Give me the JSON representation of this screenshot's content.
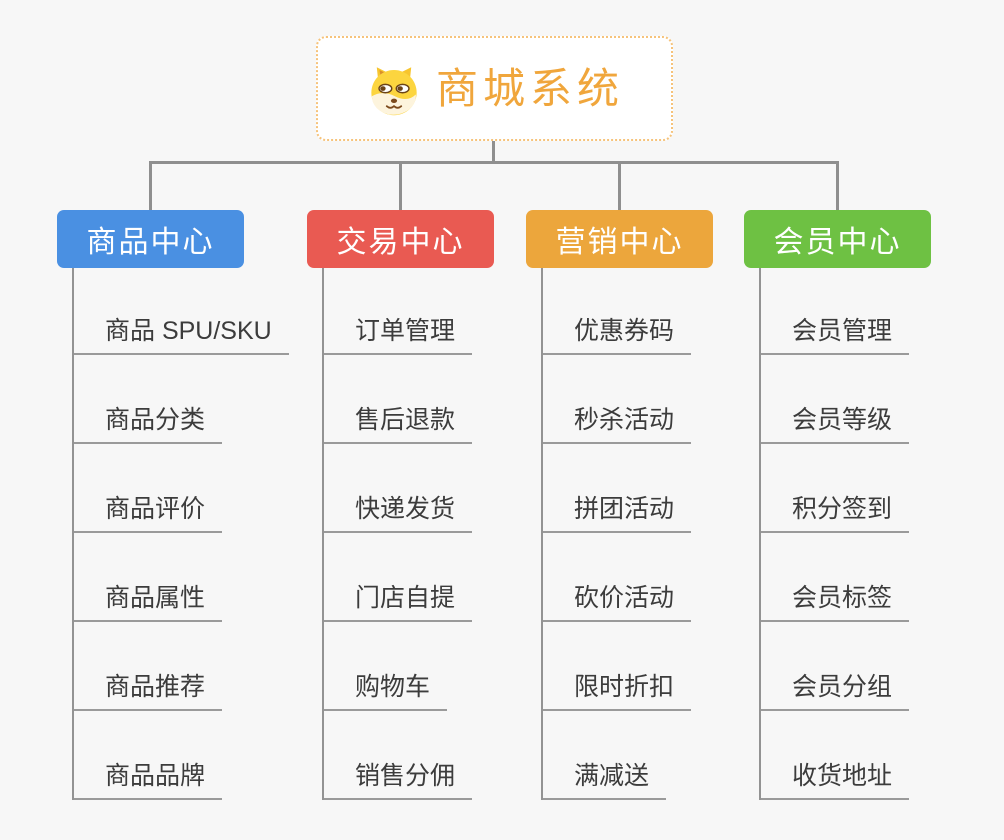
{
  "page": {
    "background_color": "#f7f7f7",
    "connector_color": "#8f8f8f"
  },
  "root": {
    "title": "商城系统",
    "icon": "dog-face-icon",
    "text_color": "#f0a63c",
    "border_color": "#f6c37b"
  },
  "branches": [
    {
      "label": "商品中心",
      "color": "#4a90e2",
      "children": [
        "商品 SPU/SKU",
        "商品分类",
        "商品评价",
        "商品属性",
        "商品推荐",
        "商品品牌"
      ]
    },
    {
      "label": "交易中心",
      "color": "#e95a52",
      "children": [
        "订单管理",
        "售后退款",
        "快递发货",
        "门店自提",
        "购物车",
        "销售分佣"
      ]
    },
    {
      "label": "营销中心",
      "color": "#eca63c",
      "children": [
        "优惠券码",
        "秒杀活动",
        "拼团活动",
        "砍价活动",
        "限时折扣",
        "满减送"
      ]
    },
    {
      "label": "会员中心",
      "color": "#6ec143",
      "children": [
        "会员管理",
        "会员等级",
        "积分签到",
        "会员标签",
        "会员分组",
        "收货地址"
      ]
    }
  ],
  "item_style": {
    "text_color": "#3c3c3c",
    "underline_color": "#9a9a9a"
  }
}
